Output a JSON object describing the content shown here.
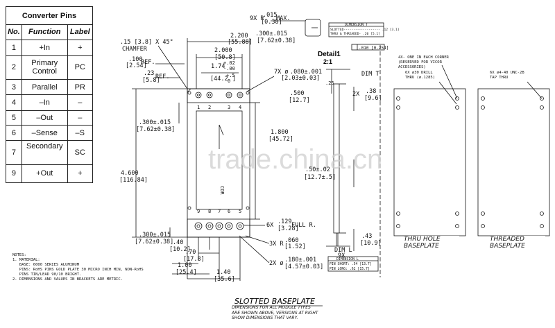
{
  "pin_table": {
    "title": "Converter Pins",
    "headers": [
      "No.",
      "Function",
      "Label"
    ],
    "rows": [
      {
        "no": "1",
        "function": "+In",
        "label": "+"
      },
      {
        "no": "2",
        "function": "Primary\nControl",
        "label": "PC"
      },
      {
        "no": "3",
        "function": "Parallel",
        "label": "PR"
      },
      {
        "no": "4",
        "function": "–In",
        "label": "–"
      },
      {
        "no": "5",
        "function": "–Out",
        "label": "–"
      },
      {
        "no": "6",
        "function": "–Sense",
        "label": "–S"
      },
      {
        "no": "7",
        "function": "Secondary",
        "label": "SC"
      },
      {
        "no": "9",
        "function": "+Out",
        "label": "+"
      }
    ]
  },
  "dims": {
    "width_2200": "2.200",
    "width_2200_mm": "[55.88]",
    "width_2000": "2.000",
    "width_2000_mm": "[50.8]",
    "d174": "1.74",
    "d174_tol": "+.02",
    "d174_tol2": "-.00",
    "d442": "[44.2",
    "d442_tol": "+.5",
    "d442_tol2": "0",
    "d442_close": "]",
    "chamfer": ".15 [3.8] X 45°",
    "chamfer2": "CHAMFER",
    "d100": ".100",
    "d100_mm": "[2.54]",
    "ref": "REF.",
    "d23": ".23",
    "d23_mm": "[5.8]",
    "ref2": "REF.",
    "d300a": ".300±.015",
    "d300a_mm": "[7.62±0.38]",
    "d300b": ".300±.015",
    "d300b_mm": "[7.62±0.38]",
    "d300c": ".300±.015",
    "d300c_mm": "[7.62±0.38]",
    "d4600": "4.600",
    "d4600_mm": "[116.84]",
    "d1800": "1.800",
    "d1800_mm": "[45.72]",
    "d500a": ".500",
    "d500a_mm": "[12.7]",
    "d500b": ".50±.02",
    "d500b_mm": "[12.7±.5]",
    "d7x": "7X ø",
    "d7x_val": ".080±.001",
    "d7x_mm": "[2.03±0.03]",
    "d9xr": "9X R",
    "d9xr_val": ".015",
    "d9xr_mm": "[0.38]",
    "d9xr_max": "MAX.",
    "d6x": "6X",
    "d6x_val": ".129",
    "d6x_mm": "[3.28]",
    "d6x_full": "FULL R.",
    "d3xr": "3X R",
    "d3xr_val": ".060",
    "d3xr_mm": "[1.52]",
    "d2x": "2X ø",
    "d2x_val": ".180±.001",
    "d2x_mm": "[4.57±0.03]",
    "d40": ".40",
    "d40_mm": "[10.2]",
    "d70": ".70",
    "d70_mm": "[17.8]",
    "d100b": "1.00",
    "d100b_mm": "[25.4]",
    "d140": "1.40",
    "d140_mm": "[35.6]",
    "d43": ".43",
    "d43_mm": "[10.9]",
    "d38": ".38",
    "d38_mm": "[9.6]",
    "d38_2x": "2X",
    "dim_t": "DIM T",
    "dim_l": "DIM L",
    "dim_l_9x": "9X",
    "flat": ".010 [0.254]",
    "ferrule": ".25",
    "top_pins": [
      "1",
      "2",
      "3",
      "4"
    ],
    "bottom_pins": [
      "9",
      "8",
      "7",
      "6",
      "5"
    ]
  },
  "detail": {
    "title": "Detail1",
    "scale": "2:1"
  },
  "dim_t_box": {
    "title": "DIMENSION T",
    "row1": "SLOTTED------------------- .12 [3.1]",
    "row2": "THRU & THREADED- .20 [5.1]"
  },
  "dim_l_box": {
    "title": "DIMENSION L",
    "row1": "PIN SHORT: .54 [13.7]",
    "row2": "PIN LONG: .62 [15.7]"
  },
  "baseplates": {
    "thru_note": "4X- ONE IN EACH CORNER\n(RESERVED FOR VICOR\nACCESSORIES)",
    "thru_drill": "6X ø30 DRILL\nTHRU (ø.1285)",
    "threaded_tap": "6X ø4-40 UNC-2B\nTAP THRU",
    "thru_caption": "THRU HOLE\nBASEPLATE",
    "threaded_caption": "THREADED\nBASEPLATE",
    "module_mark": "COR"
  },
  "notes": "NOTES:\n1. MATERIAL:\n   BASE: 6000 SERIES ALUMINUM\n   PINS: RoHS PINS GOLD PLATE 30 MICRO INCH MIN, NON-RoHS\n   PINS TIN/LEAD 90/10 BRIGHT.\n2. DIMENSIONS AND VALUES IN BRACKETS ARE METRIC.",
  "slotted": {
    "title": "SLOTTED BASEPLATE",
    "sub": "DIMENSIONS FOR ALL MODULE TYPES\nARE SHOWN ABOVE, VERSIONS AT RIGHT\nSHOW DIMENSIONS THAT VARY."
  },
  "watermark": "trade.china.cn"
}
